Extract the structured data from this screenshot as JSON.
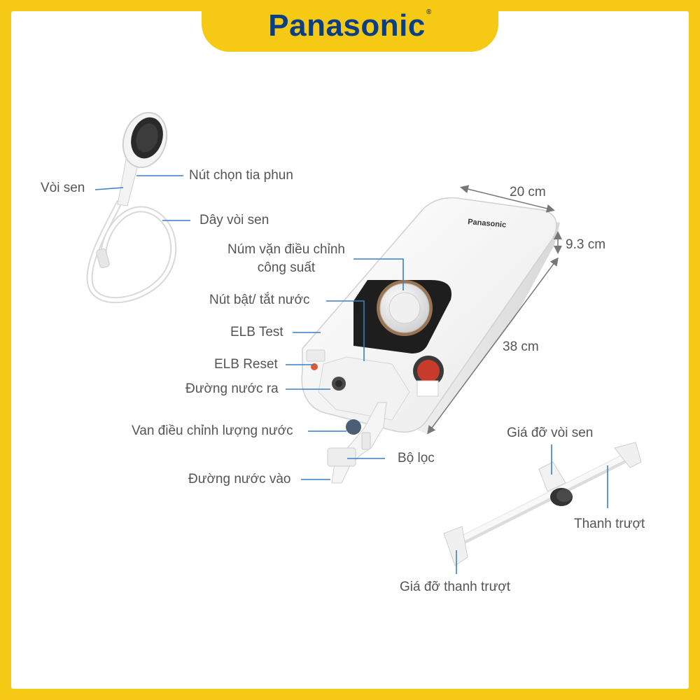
{
  "brand": {
    "logo_text": "Panasonic",
    "registered_mark": "®",
    "unit_logo_text": "Panasonic",
    "colors": {
      "frame": "#f6c915",
      "logo": "#0a3f86",
      "leader": "#3b7fc4",
      "text": "#555555"
    }
  },
  "labels": {
    "shower_head": "Vòi sen",
    "spray_button": "Nút chọn tia phun",
    "shower_hose": "Dây vòi sen",
    "power_knob_line1": "Núm vặn điều chỉnh",
    "power_knob_line2": "công suất",
    "water_switch": "Nút bật/ tắt nước",
    "elb_test": "ELB Test",
    "elb_reset": "ELB Reset",
    "water_outlet": "Đường nước ra",
    "flow_valve": "Van điều chỉnh lượng nước",
    "water_inlet": "Đường nước vào",
    "filter": "Bộ lọc",
    "shower_holder": "Giá đỡ vòi sen",
    "slide_bar": "Thanh trượt",
    "bar_bracket": "Giá đỡ thanh trượt"
  },
  "dimensions": {
    "width": "20 cm",
    "depth": "9.3 cm",
    "height": "38 cm"
  },
  "icons": [
    "shower-head-icon",
    "shower-hose-icon",
    "water-heater-icon",
    "control-knob-icon",
    "slide-bar-icon",
    "warranty-badge-icon"
  ]
}
